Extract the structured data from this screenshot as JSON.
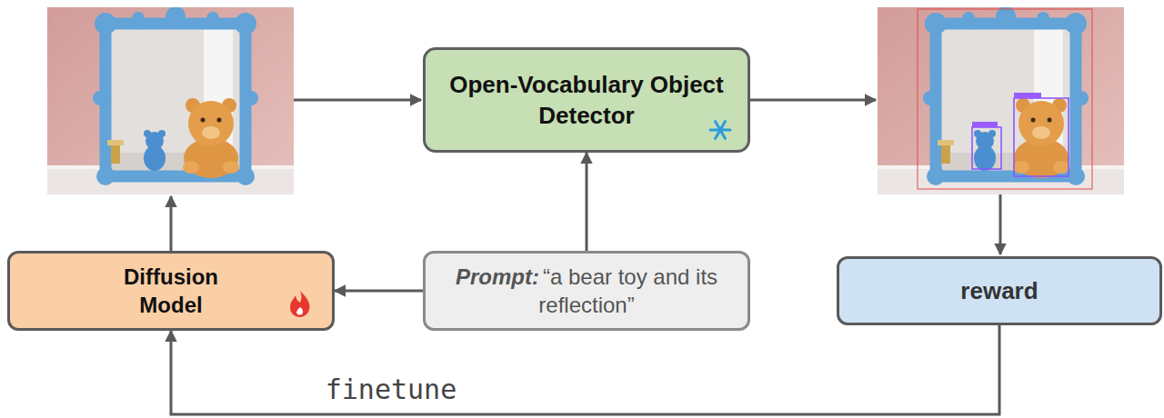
{
  "diagram": {
    "nodes": [
      {
        "text": [
          "Open-Vocabulary Object Detector"
        ]
      },
      {
        "text": [
          "Diffusion Model"
        ]
      },
      {
        "text": [
          "Prompt:",
          "“a bear toy and its reflection”"
        ]
      },
      {
        "text": [
          "reward"
        ]
      }
    ],
    "edges": [
      {
        "from": 2,
        "to": 0,
        "arrow": "to"
      },
      {
        "from": 2,
        "to": 1,
        "arrow": "to"
      },
      {
        "from": 3,
        "to": 1,
        "label": "finetune",
        "arrow": "to"
      }
    ]
  }
}
